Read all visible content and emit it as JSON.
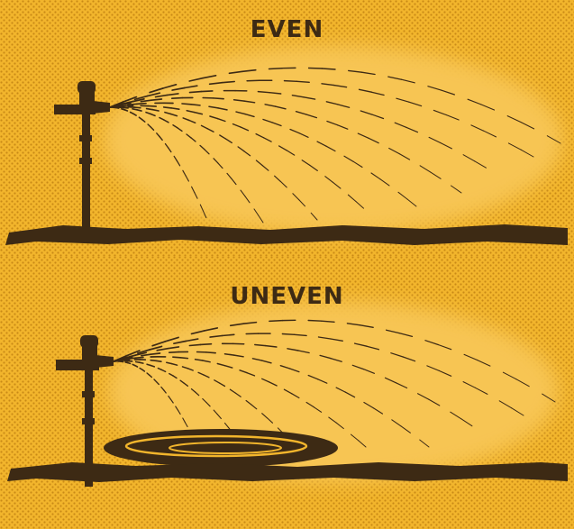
{
  "panels": [
    {
      "id": "even",
      "label": "EVEN"
    },
    {
      "id": "uneven",
      "label": "UNEVEN"
    }
  ],
  "colors": {
    "background": "#f2b52c",
    "dots": "#c98a16",
    "glow": "#f7c553",
    "ink": "#3d2a14"
  }
}
